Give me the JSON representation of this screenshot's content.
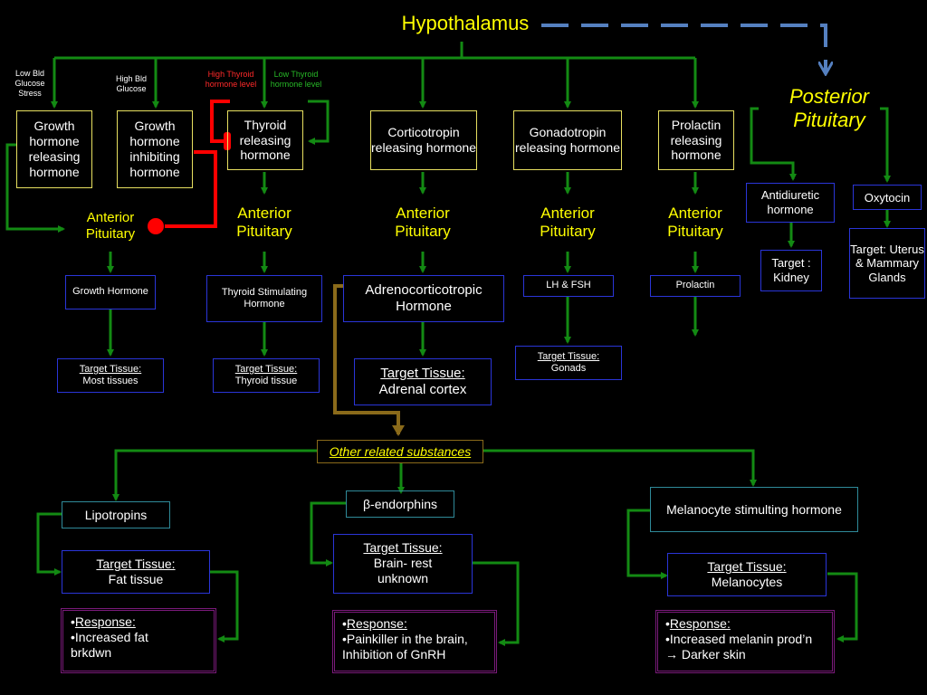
{
  "hypothalamus": "Hypothalamus",
  "posterior_pituitary": "Posterior Pituitary",
  "conditions": {
    "low_glucose": "Low Bld Glucose Stress",
    "high_glucose": "High Bld Glucose",
    "high_thyroid": "High Thyroid hormone level",
    "low_thyroid": "Low Thyroid hormone level"
  },
  "releasing": {
    "ghrh": "Growth hormone releasing hormone",
    "ghih": "Growth hormone inhibiting hormone",
    "trh": "Thyroid releasing hormone",
    "crh": "Corticotropin releasing hormone",
    "gnrh": "Gonadotropin releasing hormone",
    "prh": "Prolactin releasing hormone"
  },
  "anterior_pituitary": "Anterior Pituitary",
  "hormones": {
    "gh": "Growth Hormone",
    "tsh": "Thyroid Stimulating Hormone",
    "acth": "Adrenocorticotropic Hormone",
    "lhfsh": "LH & FSH",
    "prolactin": "Prolactin",
    "adh": "Antidiuretic hormone",
    "oxytocin": "Oxytocin"
  },
  "target_label": "Target Tissue:",
  "targets": {
    "gh": "Most tissues",
    "tsh": "Thyroid tissue",
    "acth": "Adrenal cortex",
    "gonads": "Gonads",
    "kidney_label": "Target :",
    "kidney": "Kidney",
    "uterus": "Target: Uterus & Mammary Glands"
  },
  "other_related": "Other related substances",
  "substances": {
    "lipotropins": "Lipotropins",
    "endorphins": "β-endorphins",
    "msh": "Melanocyte stimulting hormone"
  },
  "sub_targets": {
    "fat": "Fat tissue",
    "brain": "Brain- rest unknown",
    "melanocytes": "Melanocytes"
  },
  "responses": {
    "label": "Response:",
    "fat": "Increased fat brkdwn",
    "brain": "Painkiller in the brain, Inhibition of GnRH",
    "mel": "Increased melanin prod’n → Darker skin"
  },
  "colors": {
    "green": "#138a13",
    "red": "#ff0000",
    "blue": "#5580c0",
    "brown": "#8a6a1a",
    "yellow_text": "#ffff00"
  }
}
